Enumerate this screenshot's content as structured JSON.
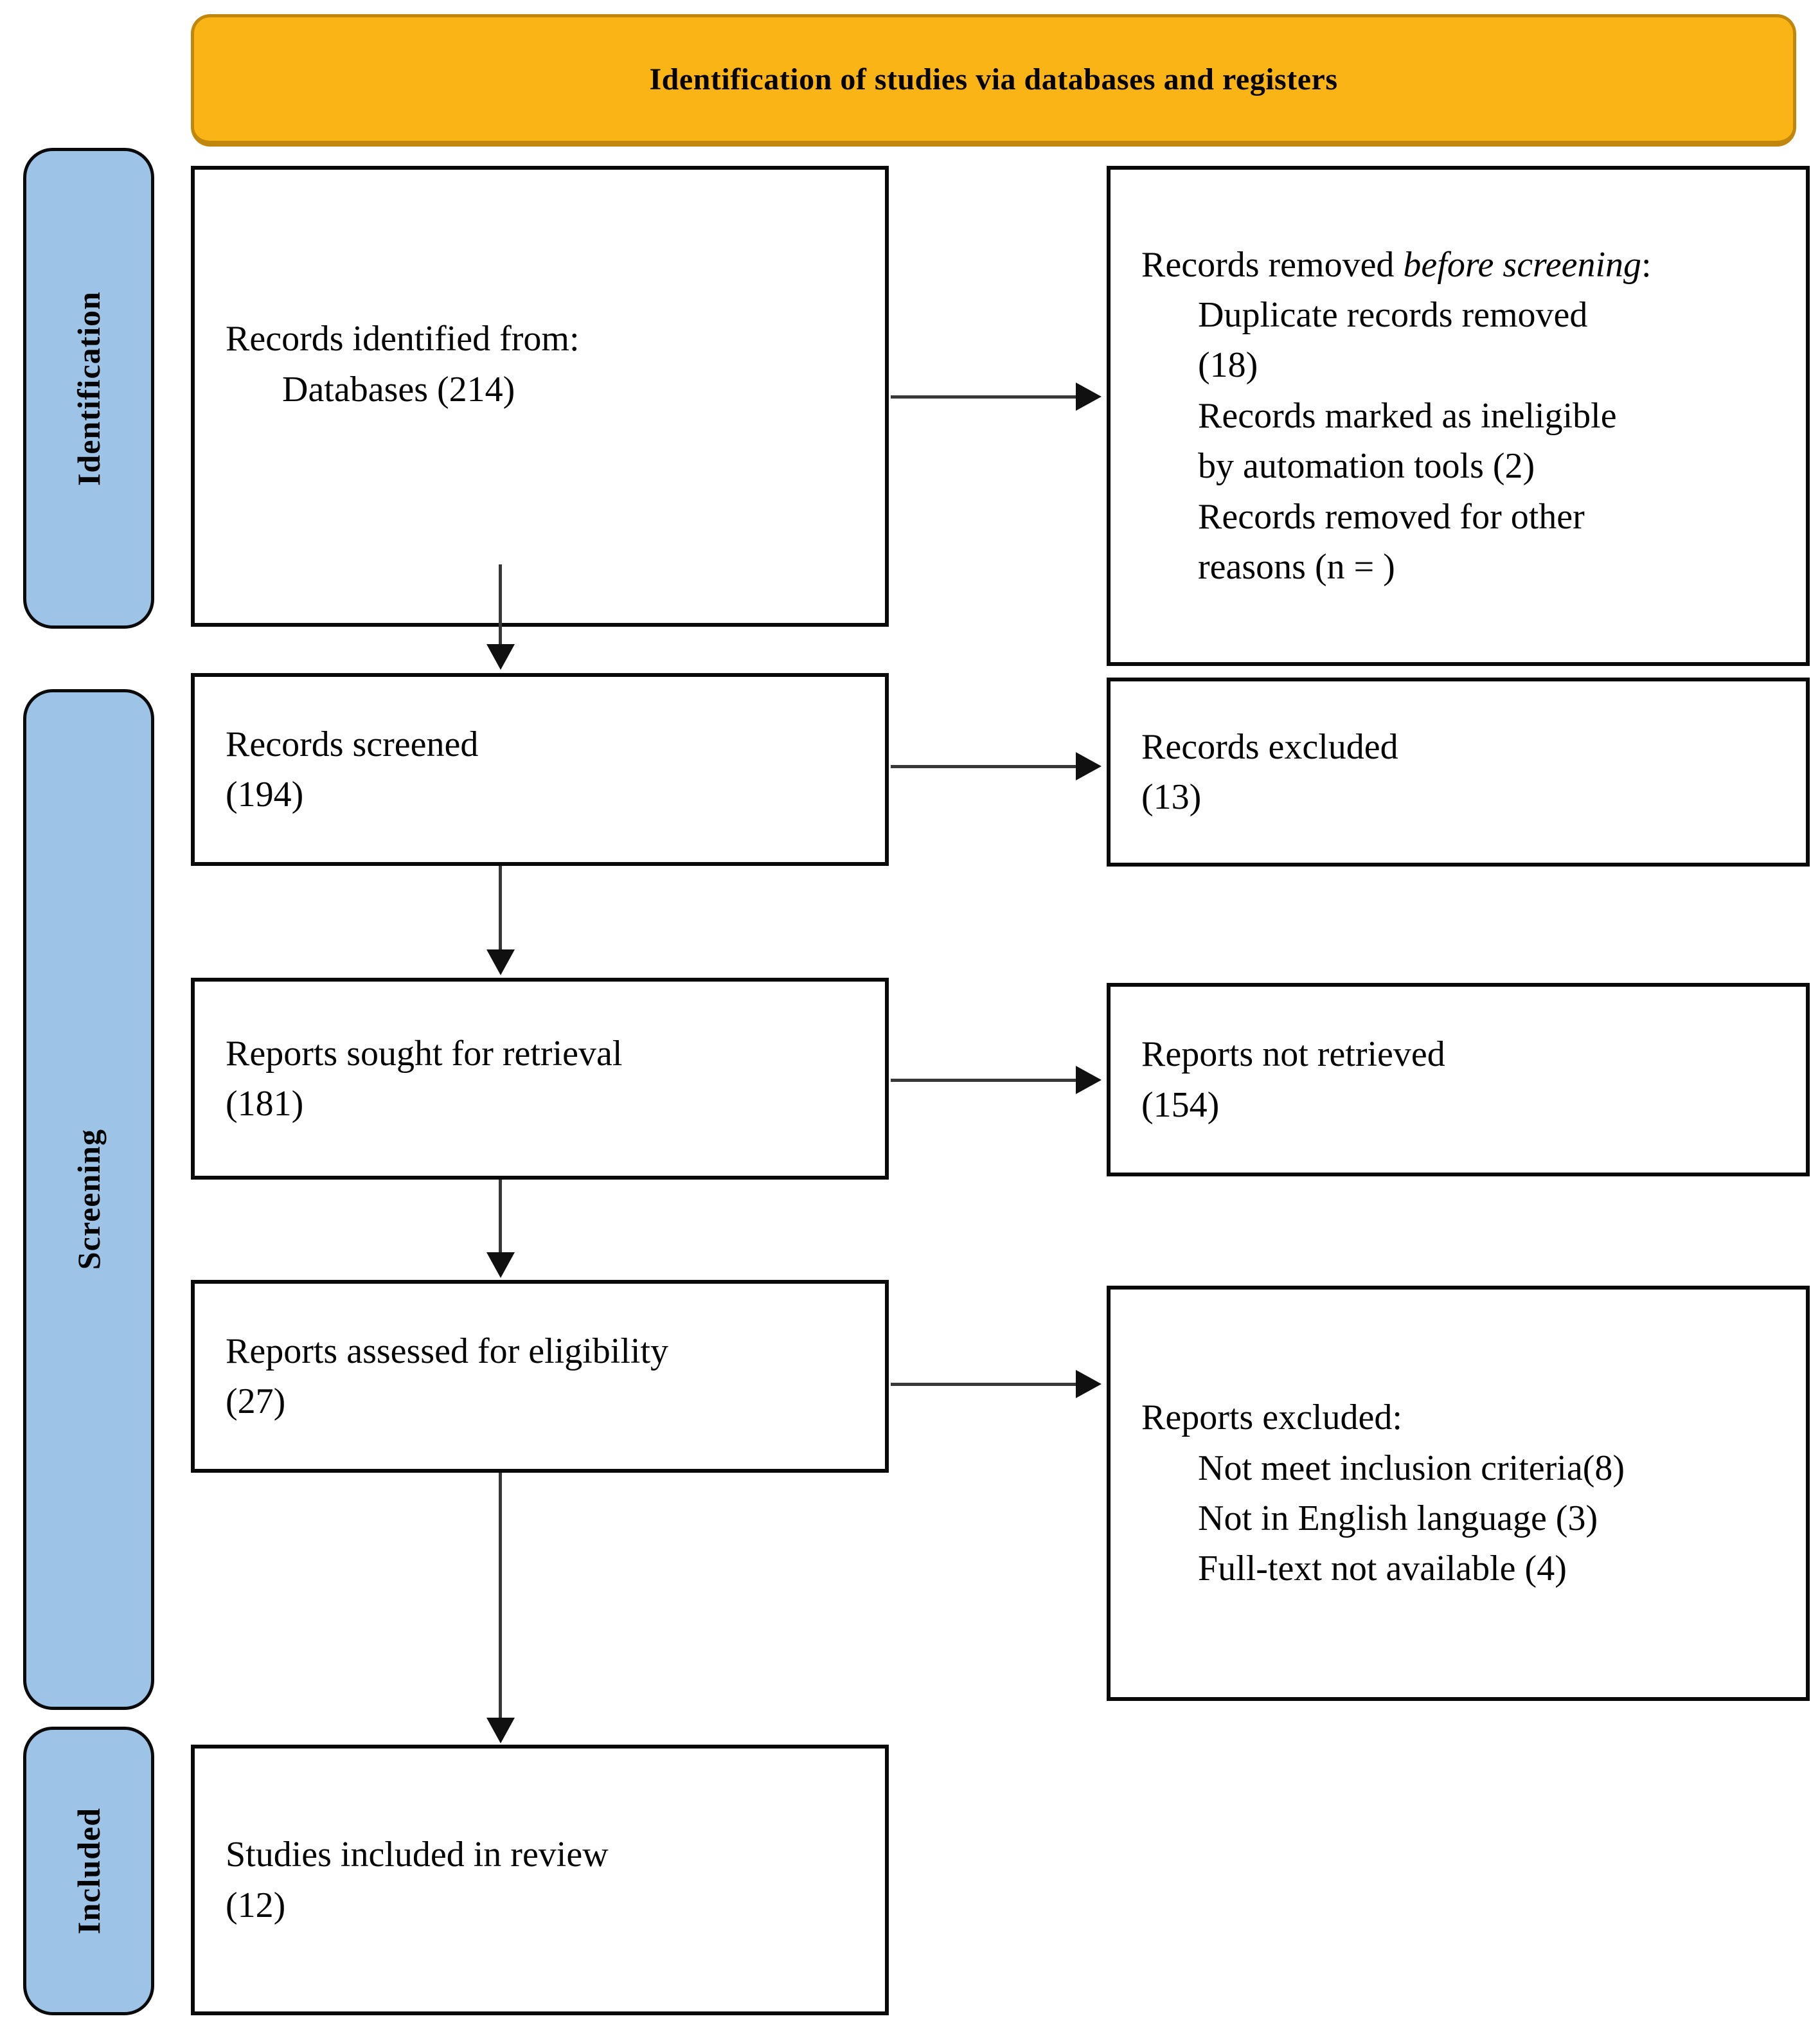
{
  "banner": {
    "title": "Identification of studies via databases and registers"
  },
  "sidebar": {
    "identification": "Identification",
    "screening": "Screening",
    "included": "Included"
  },
  "boxes": {
    "records_identified": {
      "title": "Records identified from:",
      "items": [
        "Databases (214)"
      ]
    },
    "records_removed": {
      "title_prefix": "Records removed ",
      "title_italic": "before screening",
      "title_suffix": ":",
      "items": [
        "Duplicate records removed",
        "(18)",
        "Records marked as ineligible",
        "by automation tools (2)",
        "Records removed for other",
        "reasons (n = )"
      ]
    },
    "records_screened": {
      "lines": [
        "Records screened",
        "(194)"
      ]
    },
    "records_excluded": {
      "lines": [
        "Records excluded",
        "(13)"
      ]
    },
    "reports_sought": {
      "lines": [
        "Reports sought for retrieval",
        "(181)"
      ]
    },
    "reports_not_retrieved": {
      "lines": [
        "Reports not retrieved",
        "(154)"
      ]
    },
    "reports_assessed": {
      "lines": [
        "Reports assessed for eligibility",
        "(27)"
      ]
    },
    "reports_excluded": {
      "title": "Reports excluded:",
      "items": [
        "Not meet inclusion criteria(8)",
        "Not in English language (3)",
        "Full-text not available (4)"
      ]
    },
    "studies_included": {
      "lines": [
        "Studies included in review",
        "(12)"
      ]
    }
  },
  "colors": {
    "banner_fill": "#FBB415",
    "banner_border": "#C1870D",
    "sidebar_fill": "#9DC3E6",
    "box_border": "#0A0A0A",
    "arrow_shaft": "#383838",
    "arrow_head": "#101010"
  }
}
